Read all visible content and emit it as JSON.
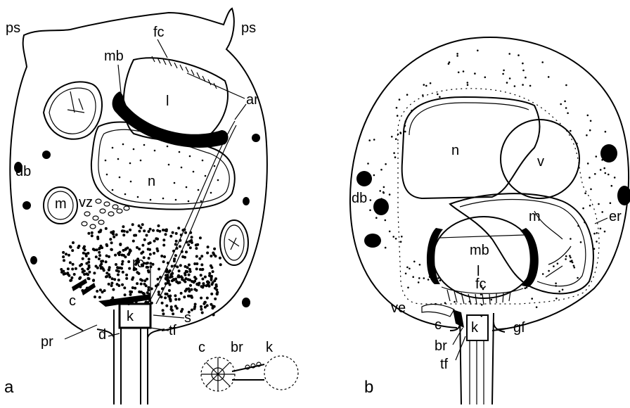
{
  "panel_a": {
    "panel_label": "a",
    "labels": {
      "ps_left": "ps",
      "ps_right": "ps",
      "fc": "fc",
      "mb": "mb",
      "ar": "ar",
      "l": "l",
      "db": "db",
      "n": "n",
      "vz": "vz",
      "m": "m",
      "rc": "rc",
      "c": "c",
      "k": "k",
      "s": "s",
      "tf": "tf",
      "d": "d",
      "pr": "pr"
    },
    "inset": {
      "c": "c",
      "br": "br",
      "k": "k"
    }
  },
  "panel_b": {
    "panel_label": "b",
    "labels": {
      "n": "n",
      "v": "v",
      "db": "db",
      "m": "m",
      "er": "er",
      "mb": "mb",
      "l": "l",
      "fc": "fc",
      "ve": "ve",
      "c": "c",
      "k": "k",
      "gf": "gf",
      "br": "br",
      "tf": "tf"
    }
  }
}
